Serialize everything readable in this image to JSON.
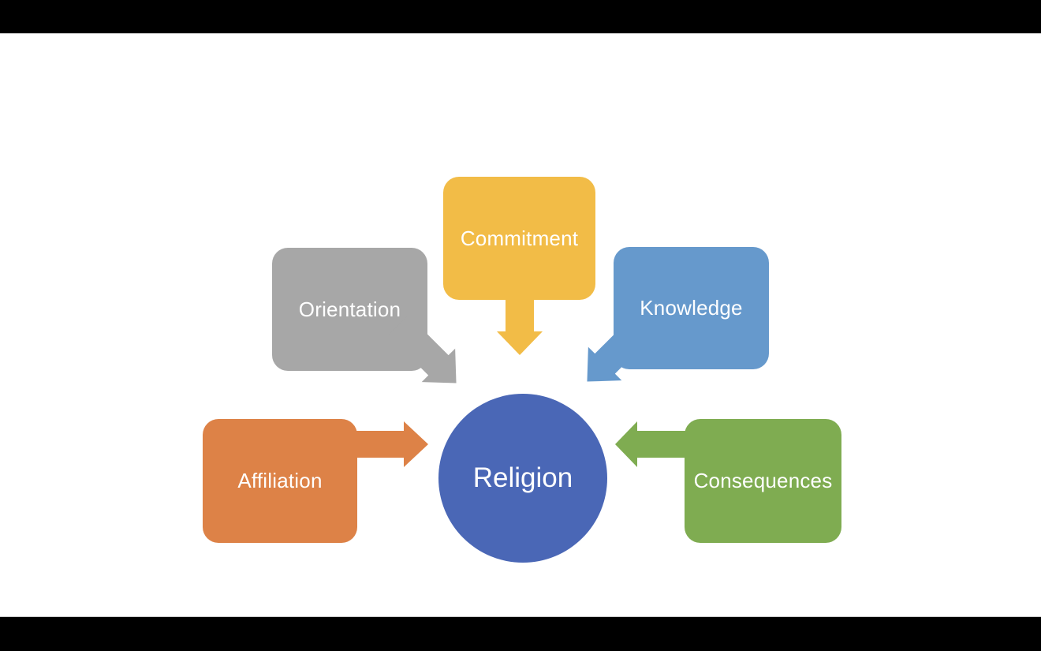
{
  "diagram": {
    "center": {
      "label": "Religion",
      "color": "#4A67B6"
    },
    "nodes": [
      {
        "label": "Orientation",
        "color": "#A7A7A7"
      },
      {
        "label": "Commitment",
        "color": "#F2BC47"
      },
      {
        "label": "Knowledge",
        "color": "#6699CC"
      },
      {
        "label": "Affiliation",
        "color": "#DD8247"
      },
      {
        "label": "Consequences",
        "color": "#7FAC51"
      }
    ],
    "text_color": "#FFFFFF",
    "slide_background": "#FFFFFF",
    "letterbox_color": "#000000"
  }
}
